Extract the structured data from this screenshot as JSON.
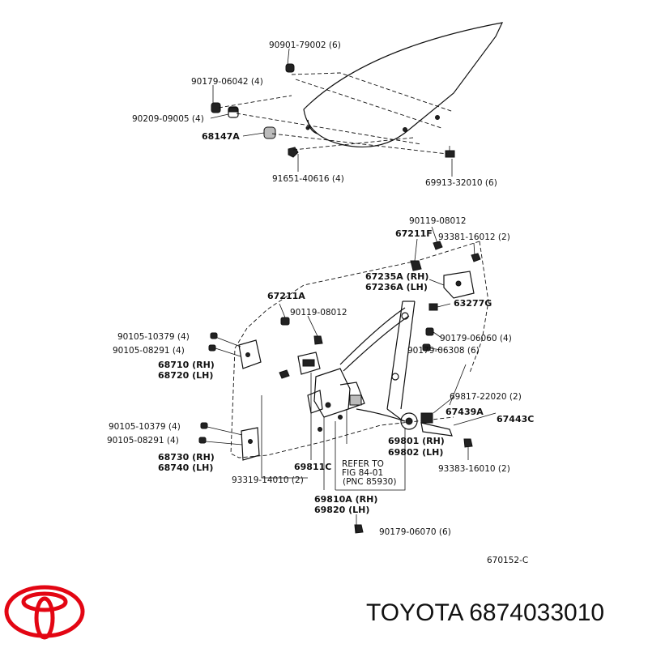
{
  "labels": {
    "l1": "90901-79002 (6)",
    "l2": "90179-06042 (4)",
    "l3": "90209-09005 (4)",
    "l4": "68147A",
    "l5": "91651-40616 (4)",
    "l6": "69913-32010 (6)",
    "l7": "90119-08012",
    "l8": "67211F",
    "l9": "93381-16012 (2)",
    "l10": "67235A (RH)",
    "l11": "67236A (LH)",
    "l12": "67211A",
    "l13": "90119-08012",
    "l14": "63277G",
    "l15": "90105-10379 (4)",
    "l16": "90179-06060 (4)",
    "l17": "90105-08291 (4)",
    "l18": "90179-06308 (6)",
    "l19": "68710 (RH)",
    "l20": "68720 (LH)",
    "l21": "69817-22020 (2)",
    "l22": "67439A",
    "l23": "67443C",
    "l24": "90105-10379 (4)",
    "l25": "69801 (RH)",
    "l26": "90105-08291 (4)",
    "l27": "69802 (LH)",
    "l28": "68730 (RH)",
    "l29": "69811C",
    "l30": "REFER TO",
    "l31": "FIG 84-01",
    "l32": "(PNC 85930)",
    "l33": "68740 (LH)",
    "l34": "93383-16010 (2)",
    "l35": "93319-14010 (2)",
    "l36": "69810A (RH)",
    "l37": "69820 (LH)",
    "l38": "90179-06070 (6)",
    "l39": "670152-C"
  },
  "brand": {
    "caption": "TOYOTA 6874033010",
    "logo_color": "#e30613"
  }
}
